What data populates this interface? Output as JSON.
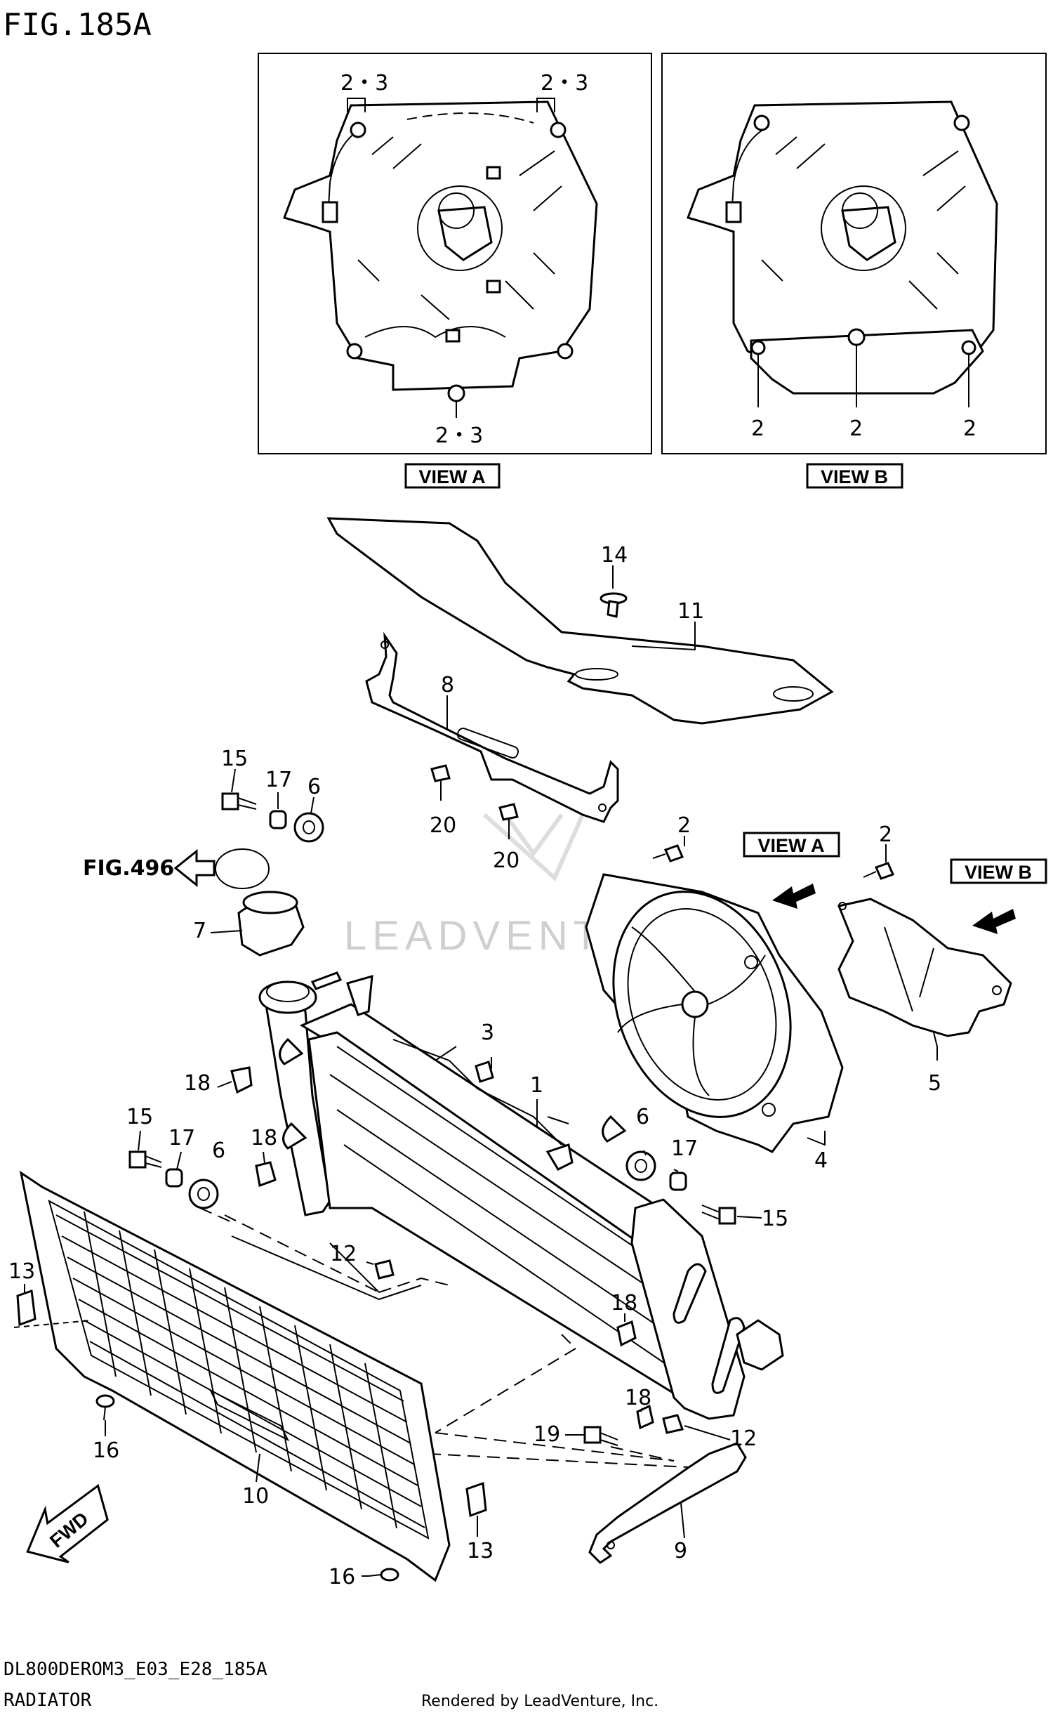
{
  "header": {
    "fig_title": "FIG.185A"
  },
  "view_a": {
    "tag": "VIEW A",
    "callouts": [
      "2・3",
      "2・3",
      "2・3"
    ]
  },
  "view_b": {
    "tag": "VIEW B",
    "callouts": [
      "2",
      "2",
      "2"
    ]
  },
  "arrows": {
    "view_a": "VIEW A",
    "view_b": "VIEW B",
    "fig_ref": "FIG.496",
    "fwd": "FWD"
  },
  "watermark": "LEADVENTURE",
  "part_numbers": {
    "p14": "14",
    "p11": "11",
    "p8": "8",
    "p15a": "15",
    "p17a": "17",
    "p6a": "6",
    "p20a": "20",
    "p20b": "20",
    "p2a": "2",
    "p2b": "2",
    "p7": "7",
    "p3": "3",
    "p1": "1",
    "p18a": "18",
    "p5": "5",
    "p15b": "15",
    "p17b": "17",
    "p18b": "18",
    "p6b": "6",
    "p6c": "6",
    "p17c": "17",
    "p4": "4",
    "p15c": "15",
    "p13a": "13",
    "p12a": "12",
    "p18c": "18",
    "p16a": "16",
    "p18d": "18",
    "p19": "19",
    "p12b": "12",
    "p10": "10",
    "p9": "9",
    "p13b": "13",
    "p16b": "16"
  },
  "footer": {
    "model_code": "DL800DEROM3_E03_E28_185A",
    "section": "RADIATOR",
    "credit": "Rendered by LeadVenture, Inc."
  }
}
